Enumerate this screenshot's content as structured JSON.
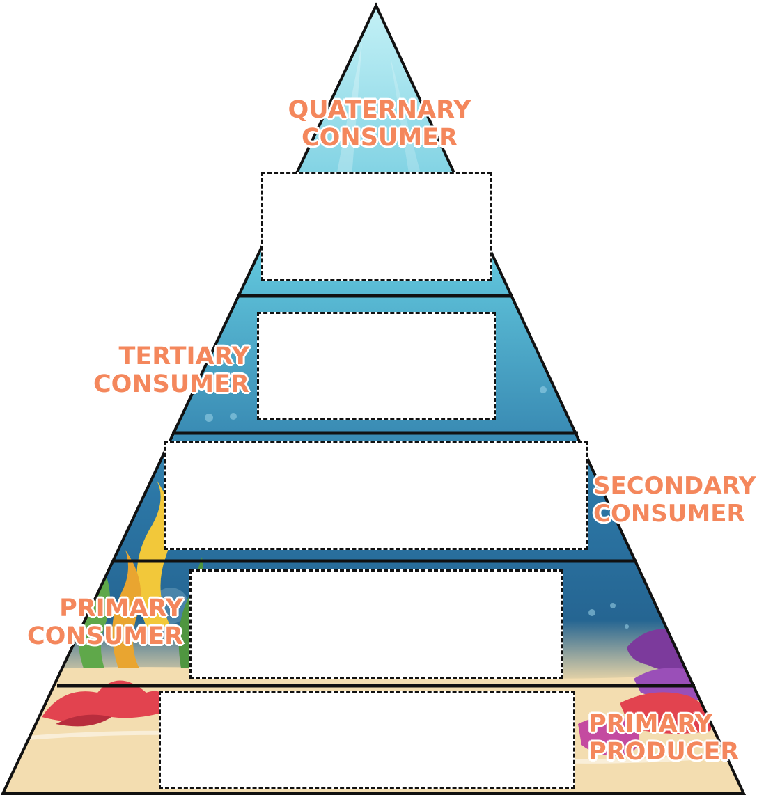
{
  "diagram": {
    "levels": [
      {
        "id": "quaternary",
        "line1": "QUATERNARY",
        "line2": "CONSUMER",
        "answer": ""
      },
      {
        "id": "tertiary",
        "line1": "TERTIARY",
        "line2": "CONSUMER",
        "answer": ""
      },
      {
        "id": "secondary",
        "line1": "SECONDARY",
        "line2": "CONSUMER",
        "answer": ""
      },
      {
        "id": "primary-consumer",
        "line1": "PRIMARY",
        "line2": "CONSUMER",
        "answer": ""
      },
      {
        "id": "primary-producer",
        "line1": "PRIMARY",
        "line2": "PRODUCER",
        "answer": ""
      }
    ],
    "colors": {
      "label": "#f4875c",
      "outline": "#111111",
      "water_top": "#b6ecf2",
      "water_mid": "#5cc0d8",
      "water_deep": "#2e7fa8",
      "sand": "#f3ddb0",
      "coral_red": "#e2434f",
      "coral_purple": "#7c3a9c",
      "seaweed_green": "#5fa84a",
      "seaweed_yellow": "#f2c83a"
    }
  }
}
